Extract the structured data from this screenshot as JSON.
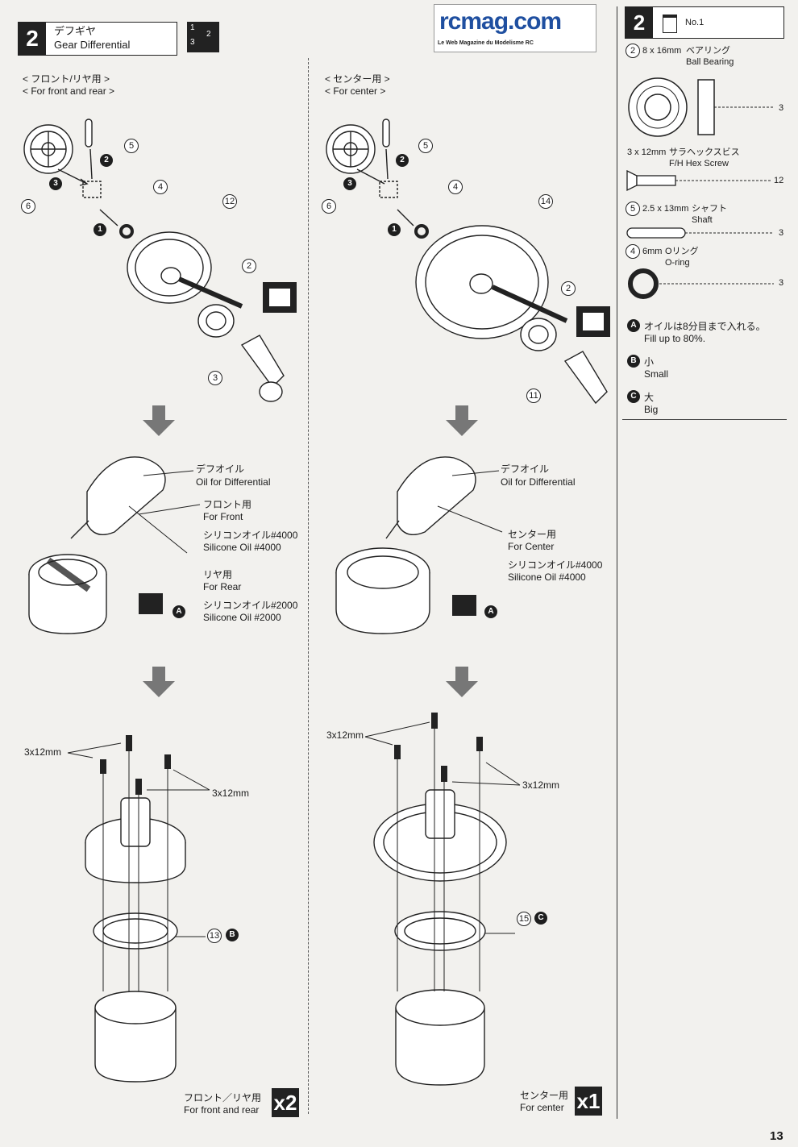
{
  "logo": {
    "name": "rcmag.com",
    "tagline": "Le Web Magazine du Modelisme RC"
  },
  "step": {
    "number": "2",
    "title_jp": "デフギヤ",
    "title_en": "Gear Differential",
    "icon_labels": [
      "1",
      "2",
      "3"
    ]
  },
  "left_column": {
    "header_jp": "< フロント/リヤ用 >",
    "header_en": "< For front and rear >",
    "callouts": {
      "shaft": "5",
      "oring": "4",
      "bearing": "2",
      "joint": "3",
      "gear": "12",
      "small_gear": "6"
    },
    "seq": [
      "1",
      "2",
      "3"
    ],
    "oil_label_jp": "デフオイル",
    "oil_label_en": "Oil for Differential",
    "front_jp": "フロント用",
    "front_en": "For Front",
    "front_oil_jp": "シリコンオイル#4000",
    "front_oil_en": "Silicone Oil #4000",
    "rear_jp": "リヤ用",
    "rear_en": "For Rear",
    "rear_oil_jp": "シリコンオイル#2000",
    "rear_oil_en": "Silicone Oil #2000",
    "marker": "A",
    "screw_label": "3x12mm",
    "screw_label2": "3x12mm",
    "gasket_callout": "13",
    "gasket_marker": "B",
    "footer_jp": "フロント／リヤ用",
    "footer_en": "For front and rear",
    "qty": "x2"
  },
  "center_column": {
    "header_jp": "< センター用 >",
    "header_en": "< For center >",
    "callouts": {
      "shaft": "5",
      "oring": "4",
      "bearing": "2",
      "joint": "11",
      "gear": "14",
      "small_gear": "6"
    },
    "seq": [
      "1",
      "2",
      "3"
    ],
    "oil_label_jp": "デフオイル",
    "oil_label_en": "Oil for Differential",
    "center_jp": "センター用",
    "center_en": "For Center",
    "center_oil_jp": "シリコンオイル#4000",
    "center_oil_en": "Silicone Oil #4000",
    "marker": "A",
    "screw_label": "3x12mm",
    "screw_label2": "3x12mm",
    "gasket_callout": "15",
    "gasket_marker": "C",
    "footer_jp": "センター用",
    "footer_en": "For center",
    "qty": "x1"
  },
  "parts_list": {
    "step_number": "2",
    "bag": "No.1",
    "items": [
      {
        "callout": "2",
        "size": "8 x 16mm",
        "jp": "ベアリング",
        "en": "Ball Bearing",
        "qty": "3"
      },
      {
        "callout": "",
        "size": "3 x 12mm",
        "jp": "サラヘックスビス",
        "en": "F/H Hex Screw",
        "qty": "12"
      },
      {
        "callout": "5",
        "size": "2.5 x 13mm",
        "jp": "シャフト",
        "en": "Shaft",
        "qty": "3"
      },
      {
        "callout": "4",
        "size": "6mm",
        "jp": "Oリング",
        "en": "O-ring",
        "qty": "3"
      }
    ],
    "notes": [
      {
        "marker": "A",
        "jp": "オイルは8分目まで入れる。",
        "en": "Fill up to 80%."
      },
      {
        "marker": "B",
        "jp": "小",
        "en": "Small"
      },
      {
        "marker": "C",
        "jp": "大",
        "en": "Big"
      }
    ]
  },
  "page_number": "13"
}
